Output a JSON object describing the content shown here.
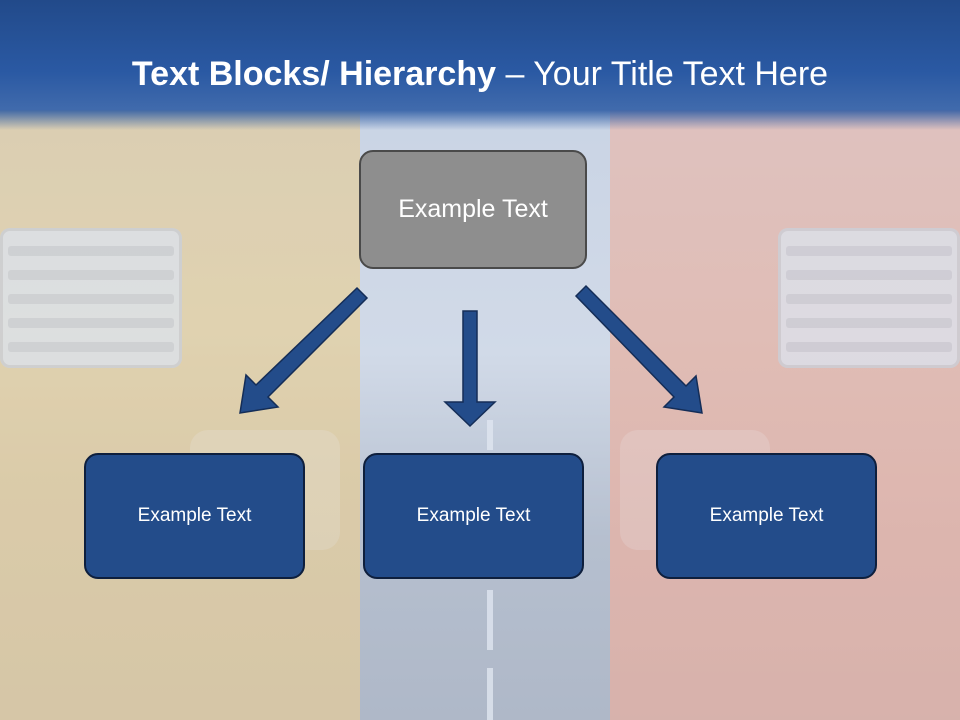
{
  "slide": {
    "title_bold": "Text Blocks/ Hierarchy",
    "title_dash": "–",
    "title_rest": "Your Title Text Here"
  },
  "hierarchy": {
    "root": {
      "label": "Example Text"
    },
    "children": [
      {
        "label": "Example Text"
      },
      {
        "label": "Example Text"
      },
      {
        "label": "Example Text"
      }
    ]
  },
  "colors": {
    "title_band": "#2a59a3",
    "root_fill": "#8e8e8e",
    "child_fill": "#234c8a",
    "arrow_fill": "#234c8a"
  }
}
